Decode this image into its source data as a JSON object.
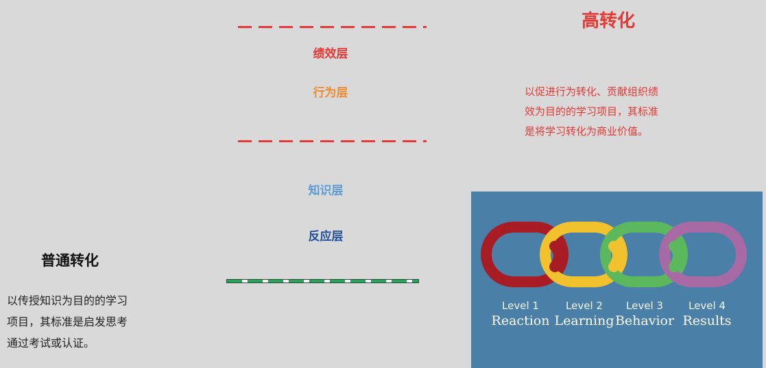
{
  "layers": {
    "performance": {
      "label": "绩效层",
      "color": "#e53935"
    },
    "behavior": {
      "label": "行为层",
      "color": "#ef8a2f"
    },
    "knowledge": {
      "label": "知识层",
      "color": "#5b9bd5"
    },
    "reaction": {
      "label": "反应层",
      "color": "#1f4e9c"
    }
  },
  "high_conversion": {
    "title": "高转化",
    "lines": [
      "以促进行为转化、贡献组织绩",
      "效为目的的学习项目，其标准",
      "是将学习转化为商业价值。"
    ]
  },
  "normal_conversion": {
    "title": "普通转化",
    "lines": [
      "以传授知识为目的的学习",
      "项目，其标准是启发思考",
      "通过考试或认证。"
    ]
  },
  "chain_image": {
    "levels": [
      {
        "num": "Level 1",
        "name": "Reaction",
        "color": "#a81d24"
      },
      {
        "num": "Level 2",
        "name": "Learning",
        "color": "#f2c12e"
      },
      {
        "num": "Level 3",
        "name": "Behavior",
        "color": "#5cb85c"
      },
      {
        "num": "Level 4",
        "name": "Results",
        "color": "#a86aa4"
      }
    ]
  }
}
